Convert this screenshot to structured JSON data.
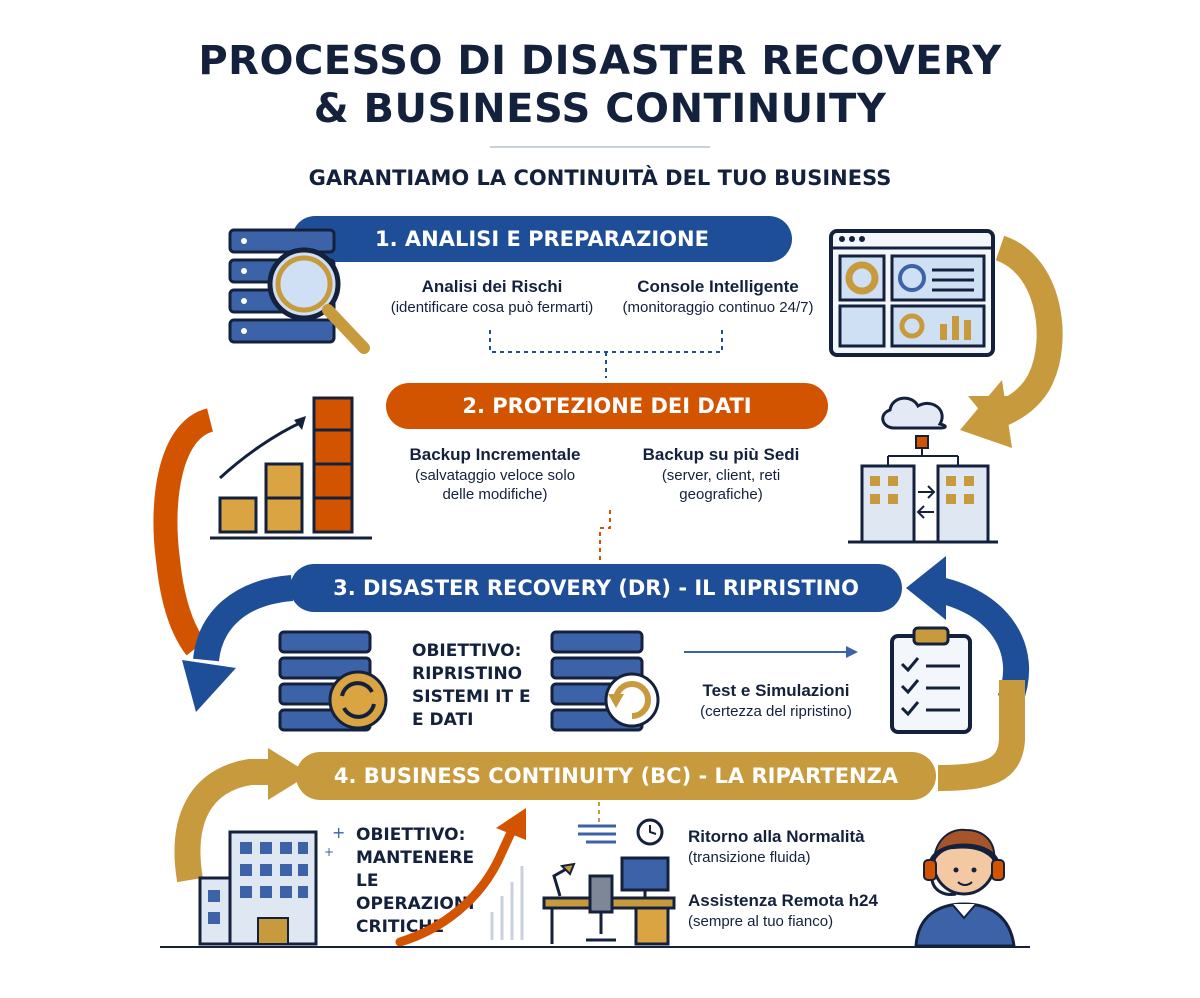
{
  "header": {
    "title_line1": "PROCESSO DI DISASTER RECOVERY",
    "title_line2": "& BUSINESS CONTINUITY",
    "subtitle": "GARANTIAMO LA CONTINUITÀ DEL TUO BUSINESS"
  },
  "steps": [
    {
      "title": "1. ANALISI E PREPARAZIONE",
      "items": [
        {
          "heading": "Analisi dei Rischi",
          "sub": "(identificare cosa può fermarti)"
        },
        {
          "heading": "Console Intelligente",
          "sub": "(monitoraggio continuo 24/7)"
        }
      ]
    },
    {
      "title": "2. PROTEZIONE DEI DATI",
      "items": [
        {
          "heading": "Backup Incrementale",
          "sub1": "(salvataggio veloce solo",
          "sub2": "delle modifiche)"
        },
        {
          "heading": "Backup su più Sedi",
          "sub1": "(server, client, reti",
          "sub2": "geografiche)"
        }
      ]
    },
    {
      "title": "3. DISASTER RECOVERY (DR) - IL RIPRISTINO",
      "objective": [
        "OBIETTIVO:",
        "RIPRISTINO",
        "SISTEMI IT E",
        "E DATI"
      ],
      "items": [
        {
          "heading": "Test e Simulazioni",
          "sub": "(certezza del ripristino)"
        }
      ]
    },
    {
      "title": "4. BUSINESS CONTINUITY (BC) - LA RIPARTENZA",
      "objective": [
        "OBIETTIVO:",
        "MANTENERE",
        "LE OPERAZIONI",
        "CRITICHE"
      ],
      "items": [
        {
          "heading": "Ritorno alla Normalità",
          "sub": "(transizione fluida)"
        },
        {
          "heading": "Assistenza Remota h24",
          "sub": "(sempre al tuo fianco)"
        }
      ]
    }
  ],
  "colors": {
    "navy": "#14213d",
    "blue": "#1f4e99",
    "orange": "#d35400",
    "gold": "#c89a3e",
    "light_blue": "#e3eaf5"
  },
  "icons": [
    "server-magnifier-icon",
    "dashboard-console-icon",
    "cloud-network-buildings-icon",
    "stacked-boxes-growth-icon",
    "server-restore-icon",
    "server-sync-icon",
    "checklist-clipboard-icon",
    "office-building-icon",
    "growth-arrow-icon",
    "desk-workstation-icon",
    "support-agent-icon",
    "cycle-arrow-icon"
  ]
}
